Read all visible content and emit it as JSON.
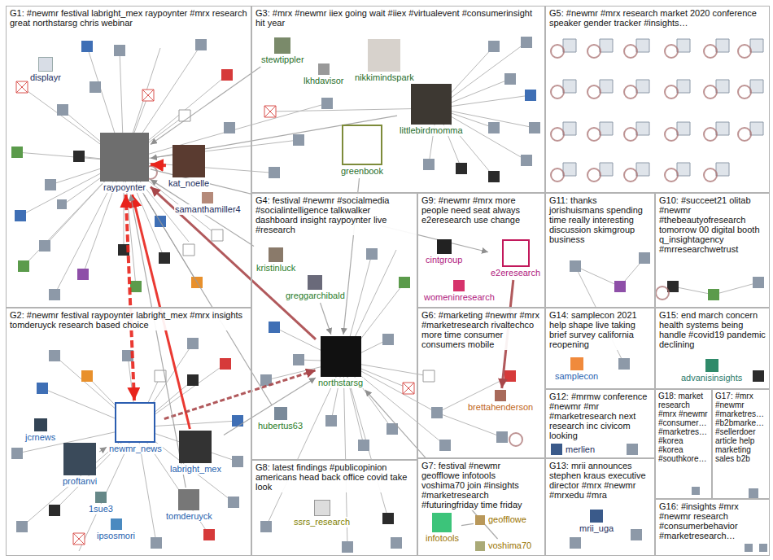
{
  "diagram": {
    "nodes": [
      {
        "text": [
          "G1: #newmr festival labright_mex raypoynter #mrx research great northstarsg chris webinar"
        ]
      },
      {
        "text": [
          "displayr"
        ],
        "in": 0
      },
      {
        "text": [
          "raypoynter"
        ],
        "in": 0
      },
      {
        "text": [
          "kat_noelle"
        ],
        "in": 0
      },
      {
        "text": [
          "samanthamiller4"
        ],
        "in": 0
      },
      {
        "text": [
          "G3: #mrx #newmr iiex going wait #iiex #virtualevent #consumerinsight hit year"
        ]
      },
      {
        "text": [
          "stewtippler"
        ],
        "in": 5
      },
      {
        "text": [
          "lkhdavisor"
        ],
        "in": 5
      },
      {
        "text": [
          "nikkimindspark"
        ],
        "in": 5
      },
      {
        "text": [
          "littlebirdmomma"
        ],
        "in": 5
      },
      {
        "text": [
          "greenbook"
        ],
        "in": 5
      },
      {
        "text": [
          "G5: #newmr #mrx research market 2020 conference speaker gender tracker #insights…"
        ]
      },
      {
        "text": [
          "G4: festival #newmr #socialmedia #socialintelligence talkwalker dashboard insight raypoynter live #research"
        ]
      },
      {
        "text": [
          "kristinluck"
        ],
        "in": 12
      },
      {
        "text": [
          "greggarchibald"
        ],
        "in": 12
      },
      {
        "text": [
          "northstarsg"
        ],
        "in": 12
      },
      {
        "text": [
          "hubertus63"
        ],
        "in": 12
      },
      {
        "text": [
          "G9: #newmr #mrx more people need seat always e2eresearch use change"
        ]
      },
      {
        "text": [
          "cintgroup"
        ],
        "in": 17
      },
      {
        "text": [
          "e2eresearch"
        ],
        "in": 17
      },
      {
        "text": [
          "womeninresearch"
        ],
        "in": 17
      },
      {
        "text": [
          "G11: thanks jorishuismans spending time really interesting discussion skimgroup business"
        ]
      },
      {
        "text": [
          "G10: #succeet21 olitab #newmr #thebeautyofresearch tomorrow 00 digital booth q_insightagency #mrresearchwetrust"
        ]
      },
      {
        "text": [
          "G2: #newmr festival raypoynter labright_mex #mrx insights tomderuyck research based choice"
        ]
      },
      {
        "text": [
          "jcrnews"
        ],
        "in": 23
      },
      {
        "text": [
          "newmr_news"
        ],
        "in": 23
      },
      {
        "text": [
          "proftanvi"
        ],
        "in": 23
      },
      {
        "text": [
          "labright_mex"
        ],
        "in": 23
      },
      {
        "text": [
          "tomderuyck"
        ],
        "in": 23
      },
      {
        "text": [
          "1sue3"
        ],
        "in": 23
      },
      {
        "text": [
          "ipsosmori"
        ],
        "in": 23
      },
      {
        "text": [
          "G6: #marketing #newmr #mrx #marketresearch rivaltechco more time consumer consumers mobile"
        ]
      },
      {
        "text": [
          "brettahenderson"
        ],
        "in": 31
      },
      {
        "text": [
          "G14: samplecon 2021 help shape live taking brief survey california reopening"
        ]
      },
      {
        "text": [
          "samplecon"
        ],
        "in": 33
      },
      {
        "text": [
          "G15: end march concern health systems being handle #covid19 pandemic declining"
        ]
      },
      {
        "text": [
          "advanisinsights"
        ],
        "in": 35
      },
      {
        "text": [
          "G12: #mrmw conference #newmr #mr #marketresearch next research inc civicom looking"
        ]
      },
      {
        "text": [
          "merlien"
        ],
        "in": 37
      },
      {
        "text": [
          "G18: market research #mrx #newmr #consumer… #marketres… #korea #korea #southkore…"
        ]
      },
      {
        "text": [
          "G17: #mrx #newmr #marketres… #b2bmarke… #sellerdoer article help marketing sales b2b"
        ]
      },
      {
        "text": [
          "G13: mrii announces stephen kraus executive director #mrx #newmr #mrxedu #mra"
        ]
      },
      {
        "text": [
          "mrii_uga"
        ],
        "in": 41
      },
      {
        "text": [
          "G16: #insights #mrx #newmr research #consumerbehavior #marketresearch…"
        ]
      },
      {
        "text": [
          "G8: latest findings #publicopinion americans head back office covid take look"
        ]
      },
      {
        "text": [
          "ssrs_research"
        ],
        "in": 44
      },
      {
        "text": [
          "G7: festival #newmr geofflowe infotools voshima70 join #insights #marketresearch #futuringfriday time friday"
        ]
      },
      {
        "text": [
          "infotools"
        ],
        "in": 46
      },
      {
        "text": [
          "geofflowe"
        ],
        "in": 46
      },
      {
        "text": [
          "voshima70"
        ],
        "in": 46
      }
    ],
    "edges": [
      {
        "from": 25,
        "to": 2,
        "arrow": "both"
      },
      {
        "from": 27,
        "to": 2,
        "arrow": "to"
      },
      {
        "from": 3,
        "to": 2,
        "arrow": "to"
      },
      {
        "from": 15,
        "to": 2,
        "arrow": "to"
      },
      {
        "from": 25,
        "to": 15,
        "arrow": "to"
      },
      {
        "from": 19,
        "to": 32,
        "arrow": "to"
      },
      {
        "from": 2,
        "to": 19,
        "arrow": "to"
      },
      {
        "from": 10,
        "to": 15,
        "arrow": "to"
      },
      {
        "from": 27,
        "to": 15,
        "arrow": "to"
      },
      {
        "from": 28,
        "to": 2,
        "arrow": "to"
      },
      {
        "from": 13,
        "to": 2,
        "arrow": "to"
      },
      {
        "from": 49,
        "to": 15,
        "arrow": "to"
      },
      {
        "from": 47,
        "to": 48,
        "arrow": "none"
      },
      {
        "from": 9,
        "to": 2,
        "arrow": "to"
      },
      {
        "from": 6,
        "to": 2,
        "arrow": "to"
      },
      {
        "from": 26,
        "to": 25,
        "arrow": "to"
      },
      {
        "from": 14,
        "to": 15,
        "arrow": "to"
      },
      {
        "from": 16,
        "to": 2,
        "arrow": "none"
      }
    ]
  }
}
